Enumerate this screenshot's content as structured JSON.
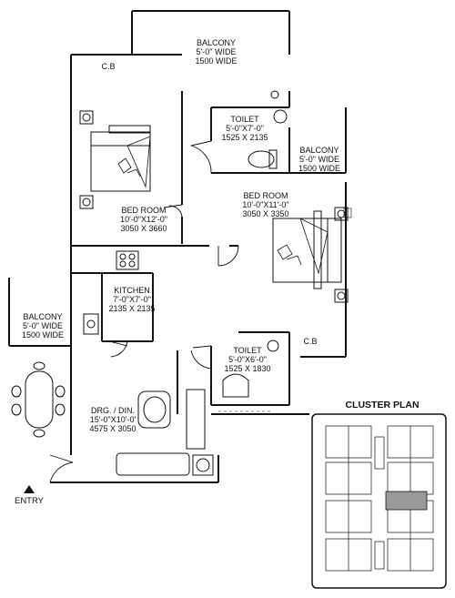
{
  "rooms": {
    "balcony_top": {
      "name": "BALCONY",
      "size_ft": "5'-0\" WIDE",
      "size_mm": "1500 WIDE"
    },
    "cb_top": {
      "name": "C.B"
    },
    "toilet_1": {
      "name": "TOILET",
      "size_ft": "5'-0\"X7'-0\"",
      "size_mm": "1525 X 2135"
    },
    "balcony_right": {
      "name": "BALCONY",
      "size_ft": "5'-0\" WIDE",
      "size_mm": "1500 WIDE"
    },
    "bed_room_1": {
      "name": "BED ROOM",
      "size_ft": "10'-0\"X12'-0\"",
      "size_mm": "3050 X 3660"
    },
    "bed_room_2": {
      "name": "BED ROOM",
      "size_ft": "10'-0\"X11'-0\"",
      "size_mm": "3050 X 3350"
    },
    "kitchen": {
      "name": "KITCHEN",
      "size_ft": "7'-0\"X7'-0\"",
      "size_mm": "2135 X 2135"
    },
    "balcony_left": {
      "name": "BALCONY",
      "size_ft": "5'-0\" WIDE",
      "size_mm": "1500 WIDE"
    },
    "cb_right": {
      "name": "C.B"
    },
    "toilet_2": {
      "name": "TOILET",
      "size_ft": "5'-0\"X6'-0\"",
      "size_mm": "1525 X 1830"
    },
    "drawing_dining": {
      "name": "DRG. / DIN.",
      "size_ft": "15'-0\"X10'-0'",
      "size_mm": "4575 X 3050"
    }
  },
  "cluster_plan": {
    "title": "CLUSTER PLAN"
  },
  "entry": {
    "label": "ENTRY"
  }
}
